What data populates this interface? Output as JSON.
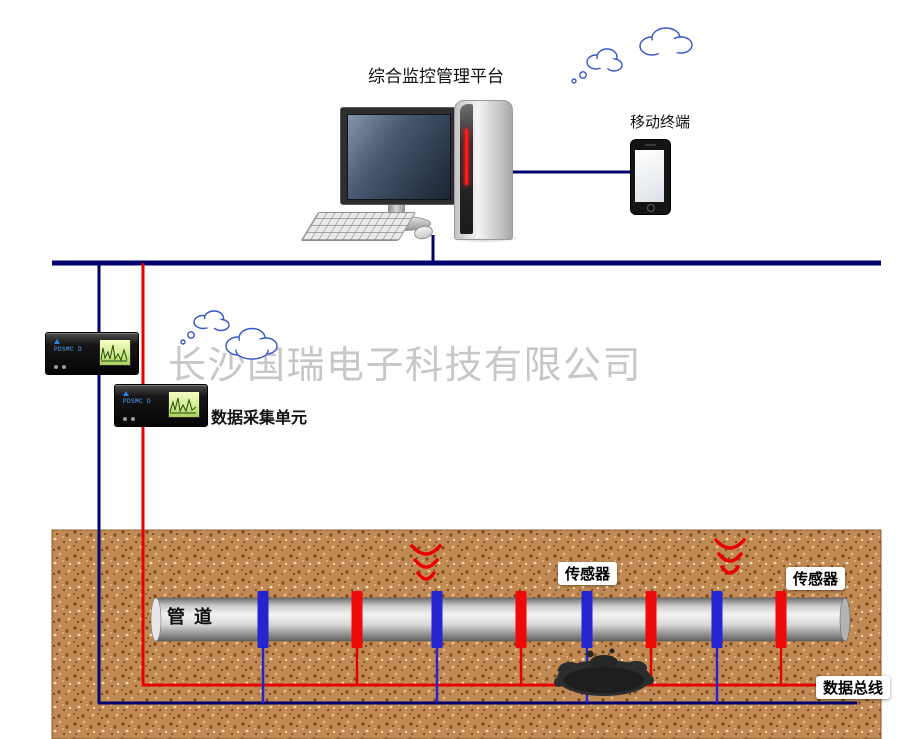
{
  "platform": {
    "title": "综合监控管理平台"
  },
  "mobile": {
    "label": "移动终端"
  },
  "dau": {
    "label": "数据采集单元",
    "brand": "PDSMC D"
  },
  "watermark": {
    "text": "长沙国瑞电子科技有限公司"
  },
  "pipeline": {
    "label": "管 道"
  },
  "sensors": {
    "label_left": "传感器",
    "label_right": "传感器"
  },
  "bus": {
    "label": "数据总线"
  },
  "colors": {
    "bus_navy": "#00006e",
    "wire_red": "#e60000",
    "sensor_blue": "#2424d0",
    "sensor_red": "#ef0a0a",
    "cloud_stroke": "#3355cc",
    "ground_brown": "#c18a55",
    "watermark_gray": "#b9b9b9"
  }
}
